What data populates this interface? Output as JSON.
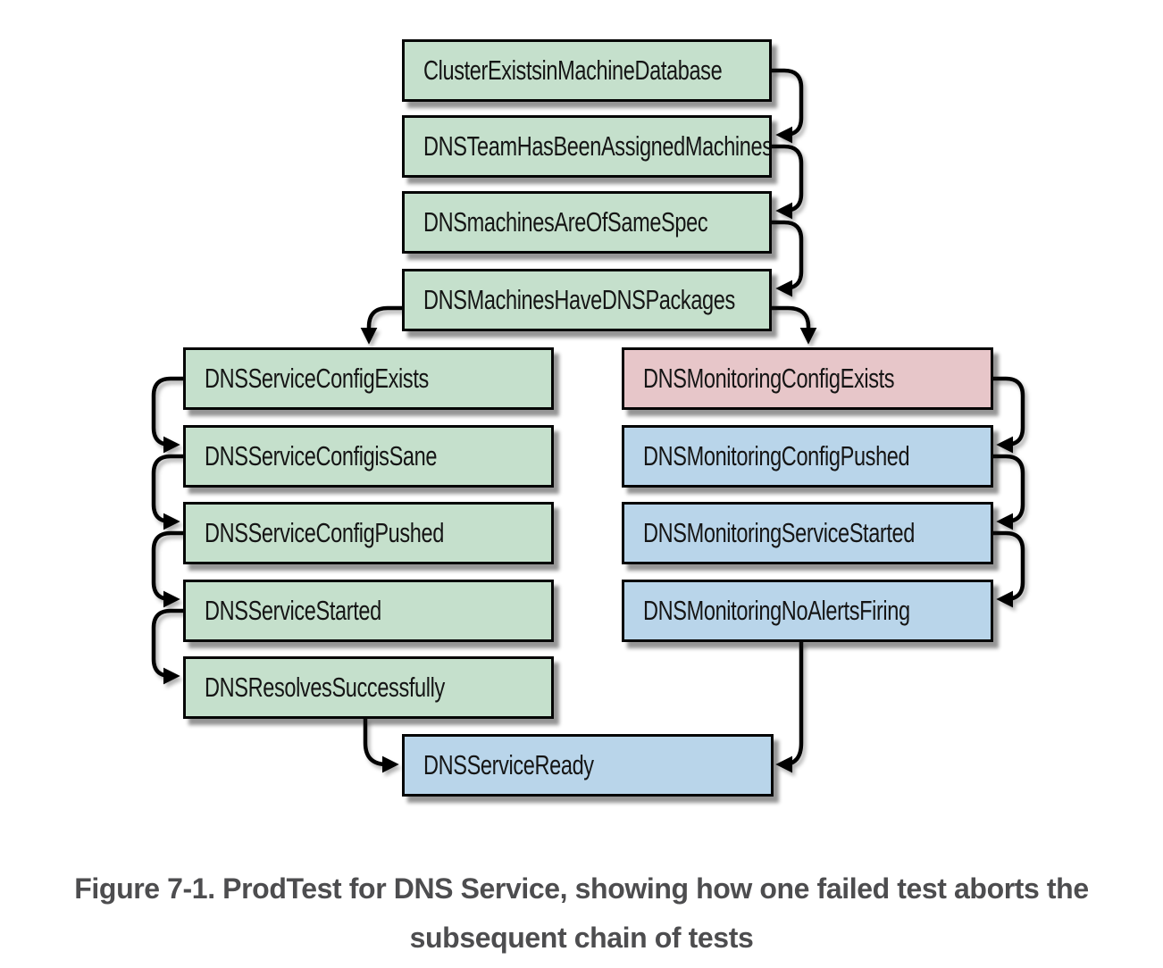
{
  "figure": {
    "caption_line1": "Figure 7-1. ProdTest for DNS Service, showing how one failed test aborts the",
    "caption_line2": "subsequent chain of tests"
  },
  "status_colors": {
    "pass": "#c5e0cc",
    "fail": "#e7c6c9",
    "aborted": "#b9d5ea"
  },
  "nodes": [
    {
      "label": "ClusterExistsinMachineDatabase",
      "status": "pass"
    },
    {
      "label": "DNSTeamHasBeenAssignedMachines",
      "status": "pass"
    },
    {
      "label": "DNSmachinesAreOfSameSpec",
      "status": "pass"
    },
    {
      "label": "DNSMachinesHaveDNSPackages",
      "status": "pass"
    },
    {
      "label": "DNSServiceConfigExists",
      "status": "pass"
    },
    {
      "label": "DNSServiceConfigisSane",
      "status": "pass"
    },
    {
      "label": "DNSServiceConfigPushed",
      "status": "pass"
    },
    {
      "label": "DNSServiceStarted",
      "status": "pass"
    },
    {
      "label": "DNSResolvesSuccessfully",
      "status": "pass"
    },
    {
      "label": "DNSMonitoringConfigExists",
      "status": "fail"
    },
    {
      "label": "DNSMonitoringConfigPushed",
      "status": "aborted"
    },
    {
      "label": "DNSMonitoringServiceStarted",
      "status": "aborted"
    },
    {
      "label": "DNSMonitoringNoAlertsFiring",
      "status": "aborted"
    },
    {
      "label": "DNSServiceReady",
      "status": "aborted"
    }
  ],
  "edges": [
    {
      "from": "ClusterExistsinMachineDatabase",
      "to": "DNSTeamHasBeenAssignedMachines"
    },
    {
      "from": "DNSTeamHasBeenAssignedMachines",
      "to": "DNSmachinesAreOfSameSpec"
    },
    {
      "from": "DNSmachinesAreOfSameSpec",
      "to": "DNSMachinesHaveDNSPackages"
    },
    {
      "from": "DNSMachinesHaveDNSPackages",
      "to": "DNSServiceConfigExists"
    },
    {
      "from": "DNSMachinesHaveDNSPackages",
      "to": "DNSMonitoringConfigExists"
    },
    {
      "from": "DNSServiceConfigExists",
      "to": "DNSServiceConfigisSane"
    },
    {
      "from": "DNSServiceConfigisSane",
      "to": "DNSServiceConfigPushed"
    },
    {
      "from": "DNSServiceConfigPushed",
      "to": "DNSServiceStarted"
    },
    {
      "from": "DNSServiceStarted",
      "to": "DNSResolvesSuccessfully"
    },
    {
      "from": "DNSMonitoringConfigExists",
      "to": "DNSMonitoringConfigPushed"
    },
    {
      "from": "DNSMonitoringConfigPushed",
      "to": "DNSMonitoringServiceStarted"
    },
    {
      "from": "DNSMonitoringServiceStarted",
      "to": "DNSMonitoringNoAlertsFiring"
    },
    {
      "from": "DNSResolvesSuccessfully",
      "to": "DNSServiceReady"
    },
    {
      "from": "DNSMonitoringNoAlertsFiring",
      "to": "DNSServiceReady"
    }
  ]
}
